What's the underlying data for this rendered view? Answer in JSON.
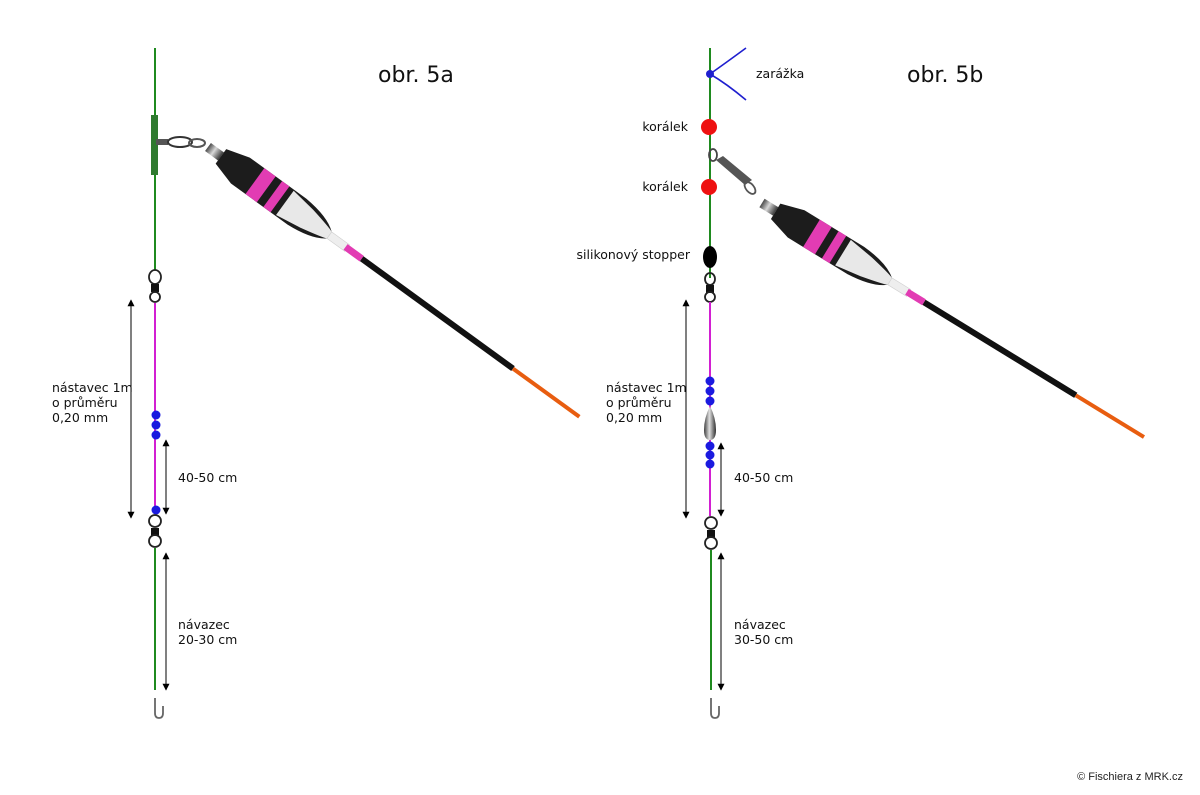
{
  "diagram_a": {
    "title": "obr. 5a",
    "extension_label": [
      "nástavec 1m",
      "o průměru",
      "0,20 mm"
    ],
    "segment_label": "40-50 cm",
    "leader_label": [
      "návazec",
      "20-30 cm"
    ]
  },
  "diagram_b": {
    "title": "obr. 5b",
    "stopper_knot_label": "zarážka",
    "bead_top_label": "korálek",
    "bead_bottom_label": "korálek",
    "silicone_stopper_label": "silikonový stopper",
    "extension_label": [
      "nástavec 1m",
      "o průměru",
      "0,20 mm"
    ],
    "segment_label": "40-50 cm",
    "leader_label": [
      "návazec",
      "30-50 cm"
    ]
  },
  "credit": "© Fischiera z MRK.cz",
  "colors": {
    "main_line": "#1f8a1f",
    "extension_line": "#d21fd2",
    "bead_blue": "#1a1adf",
    "bead_red": "#ee1111",
    "float_tip": "#e85d10",
    "float_pink": "#e23cb3",
    "stopper_knot": "#1f1fcf"
  }
}
